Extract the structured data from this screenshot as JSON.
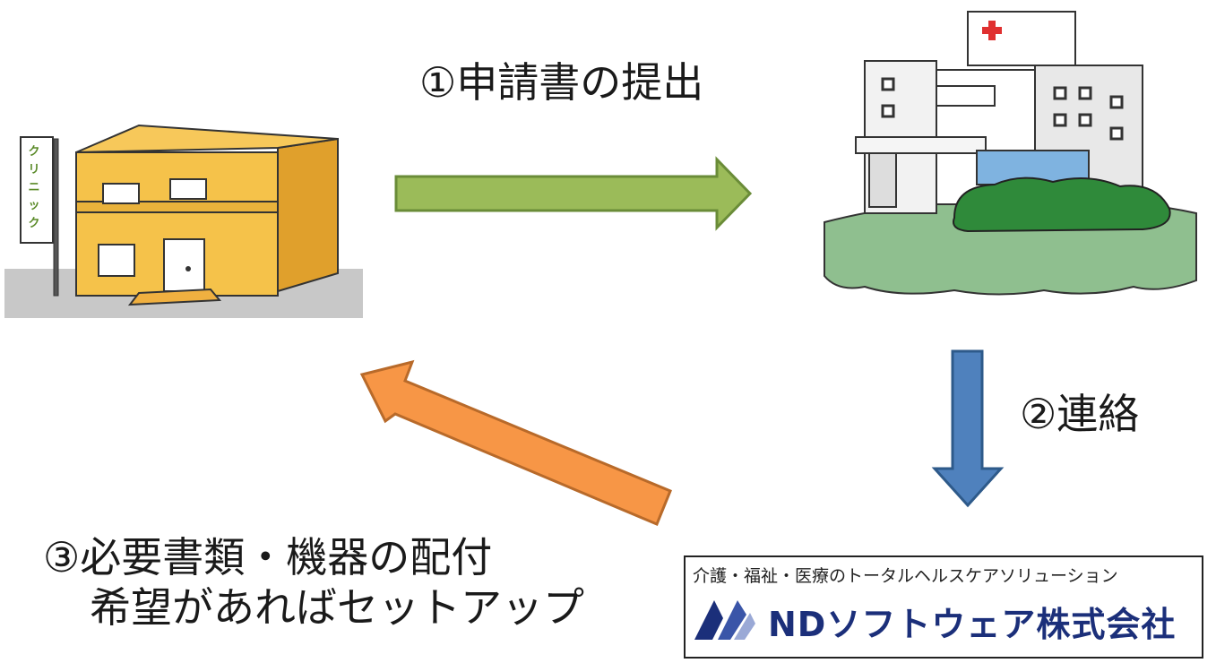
{
  "steps": {
    "step1": "①申請書の提出",
    "step2": "②連絡",
    "step3_line1": "③必要書類・機器の配付",
    "step3_line2": "希望があればセットアップ"
  },
  "clinic": {
    "sign_text": "クリニック"
  },
  "company": {
    "tagline": "介護・福祉・医療のトータルヘルスケアソリューション",
    "name": "NDソフトウェア株式会社"
  },
  "colors": {
    "arrow_green": "#9bbb59",
    "arrow_blue": "#4f81bd",
    "arrow_orange": "#f79646",
    "company_navy": "#1b2f7a"
  }
}
